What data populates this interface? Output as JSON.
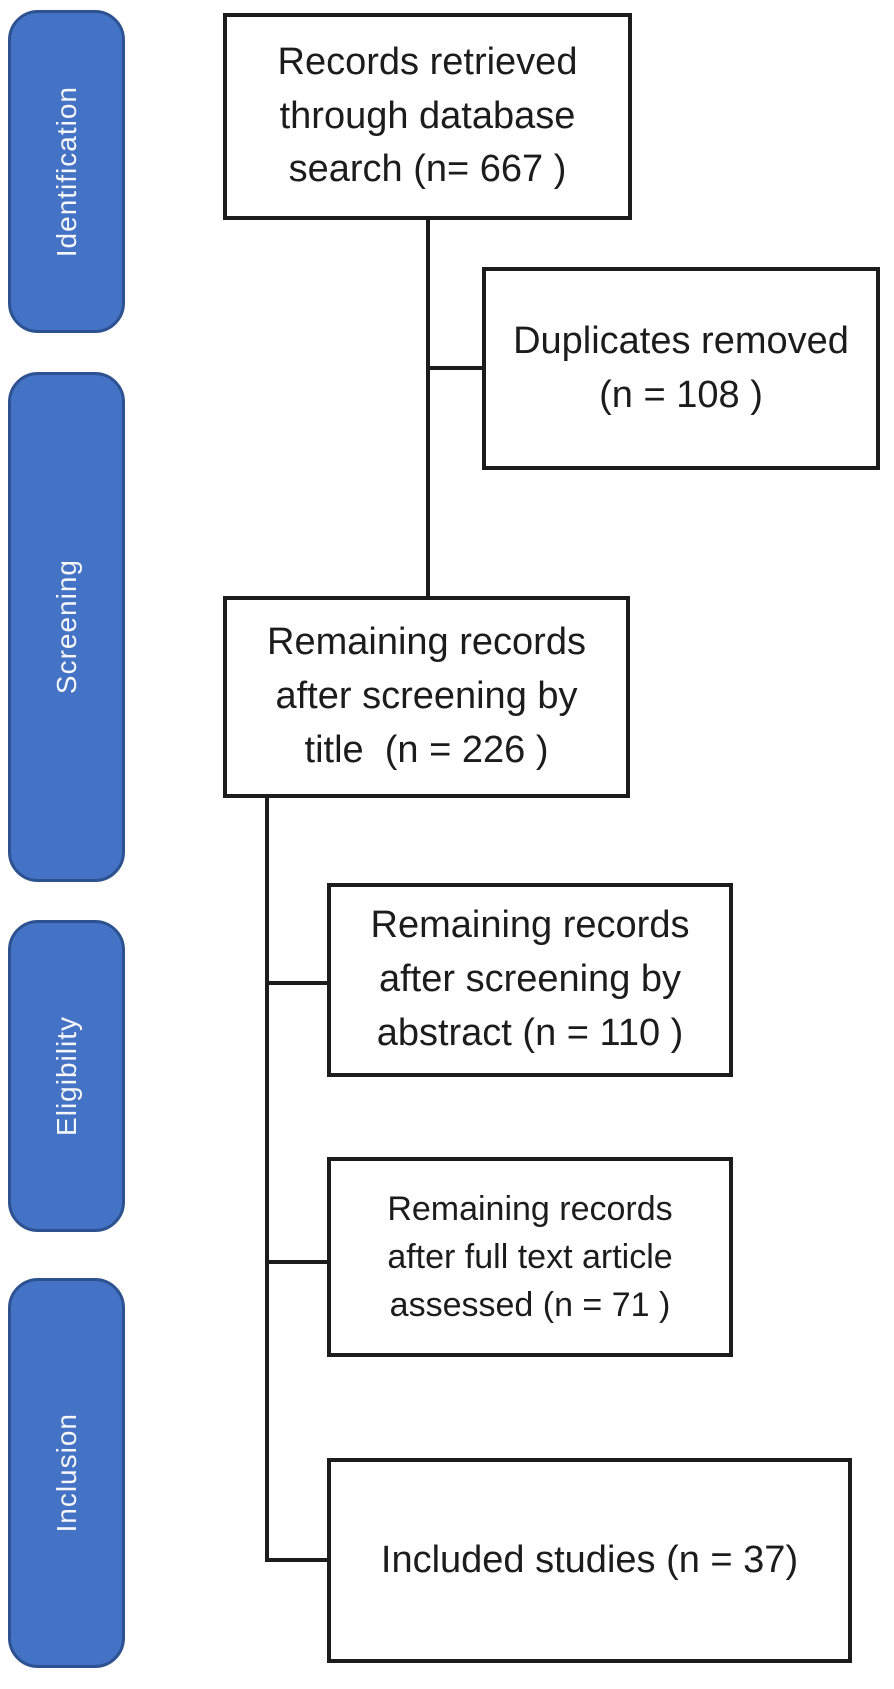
{
  "figure": {
    "type": "prisma-flow-diagram",
    "colors": {
      "stage_fill": "#4472c4",
      "stage_border": "#2d5291",
      "stage_text": "#f5f7fb",
      "box_fill": "#ffffff",
      "box_border": "#1c1c1c",
      "connector": "#1c1c1c",
      "background": "#ffffff"
    }
  },
  "stages": {
    "identification": "Identification",
    "screening": "Screening",
    "eligibility": "Eligibility",
    "inclusion": "Inclusion"
  },
  "boxes": {
    "box1": {
      "line1": "Records retrieved",
      "line2": "through database",
      "line3": "search (n= 667 )",
      "n": 667
    },
    "box2": {
      "line1": "Duplicates removed",
      "line2": "(n = 108 )",
      "n": 108
    },
    "box3": {
      "line1": "Remaining records",
      "line2": "after screening by",
      "line3": "title  (n = 226 )",
      "n": 226
    },
    "box4": {
      "line1": "Remaining records",
      "line2": "after screening by",
      "line3": "abstract (n = 110 )",
      "n": 110
    },
    "box5": {
      "line1": "Remaining records",
      "line2": "after full text article",
      "line3": "assessed (n = 71 )",
      "n": 71
    },
    "box6": {
      "line1": "Included studies (n = 37)",
      "n": 37
    }
  }
}
